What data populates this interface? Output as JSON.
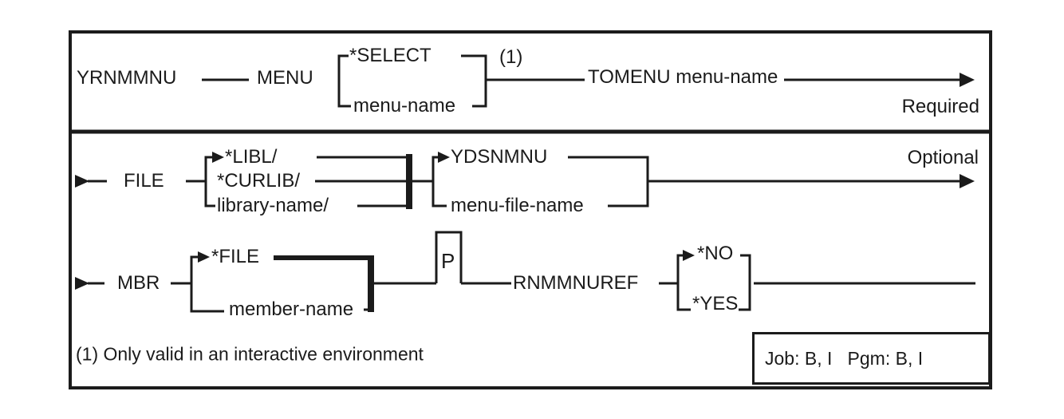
{
  "colors": {
    "line": "#1b1b1b",
    "background": "#ffffff"
  },
  "syntax": {
    "command": "YRNMMNU",
    "menu": {
      "keyword": "MENU",
      "default_option": "*SELECT",
      "alt_option": "menu-name",
      "footnote_ref": "(1)"
    },
    "tomenu": {
      "label": "TOMENU menu-name",
      "badge": "Required"
    },
    "file": {
      "keyword": "FILE",
      "library_options": [
        "*LIBL/",
        "*CURLIB/",
        "library-name/"
      ],
      "file_options": [
        "YDSNMNU",
        "menu-file-name"
      ],
      "badge": "Optional"
    },
    "mbr": {
      "keyword": "MBR",
      "default_option": "*FILE",
      "alt_option": "member-name",
      "prompt_marker": "P"
    },
    "rnmmnuref": {
      "keyword": "RNMMNUREF",
      "default_option": "*NO",
      "alt_option": "*YES"
    },
    "footnote": "(1) Only valid in an interactive environment",
    "environment_box": "Job: B, I   Pgm: B, I"
  }
}
